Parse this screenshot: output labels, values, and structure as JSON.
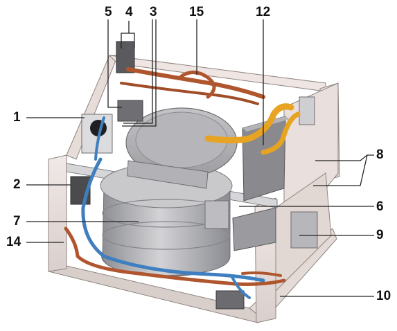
{
  "figure": {
    "colors": {
      "frame": "#e9dfdc",
      "frame_edge": "#8d8380",
      "drum": "#b9b9bd",
      "drum_dark": "#8e8f94",
      "lid": "#a9a9ad",
      "pipe_copper": "#b0562e",
      "pipe_blue": "#3f7fbf",
      "pipe_yellow": "#e7a322",
      "module": "#7d7d80",
      "leader": "#222222"
    },
    "callouts": [
      {
        "id": "c1",
        "label": "1"
      },
      {
        "id": "c2",
        "label": "2"
      },
      {
        "id": "c3",
        "label": "3"
      },
      {
        "id": "c4",
        "label": "4"
      },
      {
        "id": "c5",
        "label": "5"
      },
      {
        "id": "c6",
        "label": "6"
      },
      {
        "id": "c7",
        "label": "7"
      },
      {
        "id": "c8",
        "label": "8"
      },
      {
        "id": "c9",
        "label": "9"
      },
      {
        "id": "c10",
        "label": "10"
      },
      {
        "id": "c12",
        "label": "12"
      },
      {
        "id": "c14",
        "label": "14"
      },
      {
        "id": "c15",
        "label": "15"
      }
    ]
  }
}
